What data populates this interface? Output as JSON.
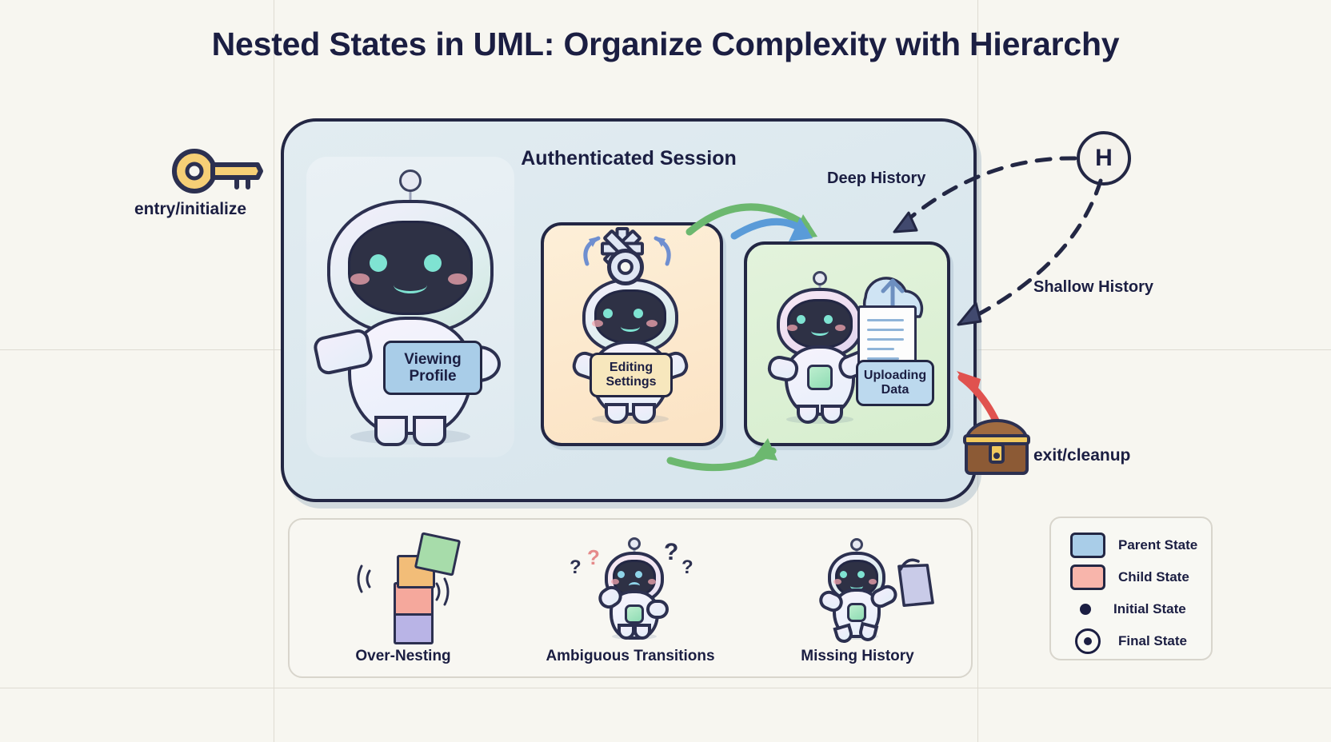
{
  "title": "Nested States in UML: Organize Complexity with Hierarchy",
  "parent_state": {
    "label": "Authenticated Session",
    "fill": "#dde9ef",
    "stroke": "#232744"
  },
  "child_states": [
    {
      "id": "viewing-profile",
      "label": "Viewing Profile",
      "sign_fill": "#a9cde8",
      "box_fill": "#e7eff4"
    },
    {
      "id": "editing-settings",
      "label": "Editing Settings",
      "sign_fill": "#f7e7bd",
      "box_fill": "#fbe7ca"
    },
    {
      "id": "uploading-data",
      "label": "Uploading Data",
      "sign_fill": "#bcd9ee",
      "box_fill": "#dcf0d5"
    }
  ],
  "annotations": {
    "entry": {
      "label": "entry/initialize",
      "icon": "key-icon",
      "color": "#f4c96b"
    },
    "exit": {
      "label": "exit/cleanup",
      "icon": "treasure-chest-icon",
      "arrow_color": "#e0524f"
    },
    "deep_history": {
      "label": "Deep History"
    },
    "shallow_history": {
      "label": "Shallow History"
    },
    "history_marker": {
      "label": "H"
    }
  },
  "transitions": [
    {
      "from": "editing-settings",
      "to": "uploading-data",
      "color": "#5a9bd8",
      "style": "solid"
    },
    {
      "from": "viewing-profile",
      "to": "uploading-data",
      "color": "#6cb86f",
      "style": "solid"
    },
    {
      "from": "editing-settings",
      "to": "uploading-data-bottom",
      "color": "#6cb86f",
      "style": "solid"
    }
  ],
  "pitfalls": [
    {
      "id": "over-nesting",
      "label": "Over-Nesting",
      "icon": "stacked-blocks-icon"
    },
    {
      "id": "ambiguous-transitions",
      "label": "Ambiguous Transitions",
      "icon": "confused-robot-icon"
    },
    {
      "id": "missing-history",
      "label": "Missing History",
      "icon": "robot-dropping-bag-icon"
    }
  ],
  "legend": {
    "items": [
      {
        "label": "Parent State",
        "marker": "swatch",
        "color": "#a9cde8"
      },
      {
        "label": "Child State",
        "marker": "swatch",
        "color": "#f8b5ab"
      },
      {
        "label": "Initial State",
        "marker": "dot",
        "color": "#1b1e42"
      },
      {
        "label": "Final State",
        "marker": "ring",
        "color": "#1b1e42"
      }
    ]
  },
  "palette": {
    "background": "#f7f6f0",
    "ink": "#1b1e42",
    "grid": "#dedbd2"
  }
}
